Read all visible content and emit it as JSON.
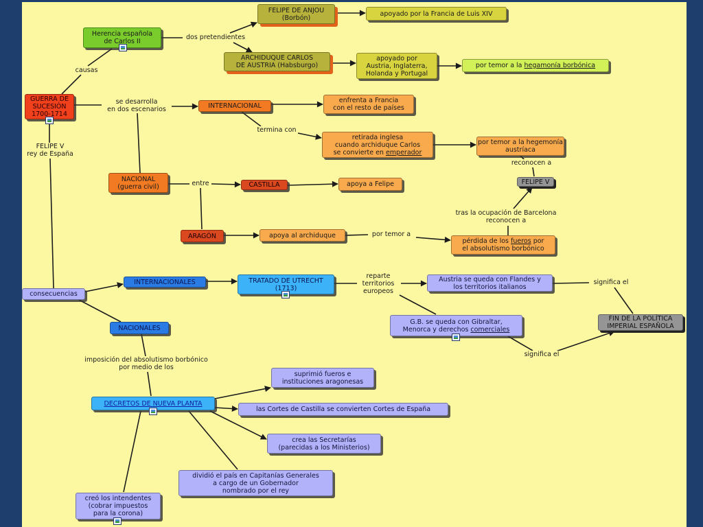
{
  "colors": {
    "frame": "#1e3f6e",
    "canvas": "#fcf8a2",
    "line": "#1c1c1c",
    "olive": "#b7b23c",
    "mustard": "#d8d440",
    "lime": "#d2f058",
    "green": "#7acb2c",
    "red": "#f0401c",
    "orange": "#f27a22",
    "light_orange": "#f9aa4c",
    "brick": "#d9481e",
    "lavender": "#b2b2fa",
    "blue": "#2a7ce4",
    "sky": "#3cb2f8",
    "gray": "#959595"
  },
  "icons": {
    "resource": "image-icon"
  },
  "nodes": {
    "felipe_anjou": "FELIPE DE ANJOU\n(Borbón)",
    "apoyo_francia": "apoyado por la Francia de Luis XIV",
    "herencia": "Herencia española\nde Carlos II",
    "archiduque": "ARCHIDUQUE CARLOS\nDE AUSTRIA (Habsburgo)",
    "apoyo_aliados": "apoyado por\nAustria, Inglaterra,\nHolanda y Portugal",
    "temor_borbonica": {
      "before": "por temor a la ",
      "underlined": "hegamonía borbónica"
    },
    "guerra": "GUERRA DE\nSUCESIÓN\n1700-1714",
    "internacional": "INTERNACIONAL",
    "enfrenta": "enfrenta a Francia\ncon el resto de países",
    "retirada": {
      "before": "retirada inglesa\ncuando archiduque Carlos\nse convierte en ",
      "underlined": "emperador"
    },
    "temor_austriaca": "por temor a la hegemonía\naustríaca",
    "felipe_v": "FELIPE V",
    "nacional": "NACIONAL\n(guerra civil)",
    "castilla": "CASTILLA",
    "apoya_felipe": "apoya a Felipe",
    "aragon": "ARAGÓN",
    "apoya_archiduque": "apoya al archiduque",
    "perdida_fueros": {
      "before": "pérdida de los ",
      "underlined": "fueros",
      "after": " por\nel absolutismo borbónico"
    },
    "consecuencias": "consecuencias",
    "internacionales": "INTERNACIONALES",
    "tratado": "TRATADO DE UTRECHT\n(1713)",
    "austria": "Austria se queda con Flandes y\nlos territorios italianos",
    "fin_politica": "FIN DE LA POLÍTICA\nIMPERIAL ESPAÑOLA",
    "nacionales": "NACIONALES",
    "gb": {
      "before": "G.B. se queda con Gibraltar,\nMenorca y derechos ",
      "underlined": "comerciales"
    },
    "suprimio": "suprimió fueros e\ninstituciones aragonesas",
    "decretos": "DECRETOS DE NUEVA PLANTA",
    "cortes": "las Cortes de Castilla se convierten Cortes de España",
    "secretarias": "crea las Secretarías\n(parecidas a los Ministerios)",
    "capitanias": "dividió el país en Capitanías Generales\na cargo de un Gobernador\nnombrado por el rey",
    "intendentes": "creó los intendentes\n(cobrar impuestos\npara la corona)"
  },
  "links": {
    "causas": "causas",
    "dos_pretendientes": "dos pretendientes",
    "se_desarrolla": "se desarrolla\nen dos escenarios",
    "termina_con": "termina con",
    "reconocen_a": "reconocen a",
    "felipe_rey": "FELIPE V\nrey de España",
    "entre": "entre",
    "tras_ocupacion": "tras la ocupación de Barcelona\nreconocen a",
    "por_temor_a": "por temor a",
    "reparte": "reparte\nterritorios\neuropeos",
    "significa_1": "significa el",
    "significa_2": "significa el",
    "imposicion": "imposición del absolutismo borbónico\npor medio de los"
  }
}
